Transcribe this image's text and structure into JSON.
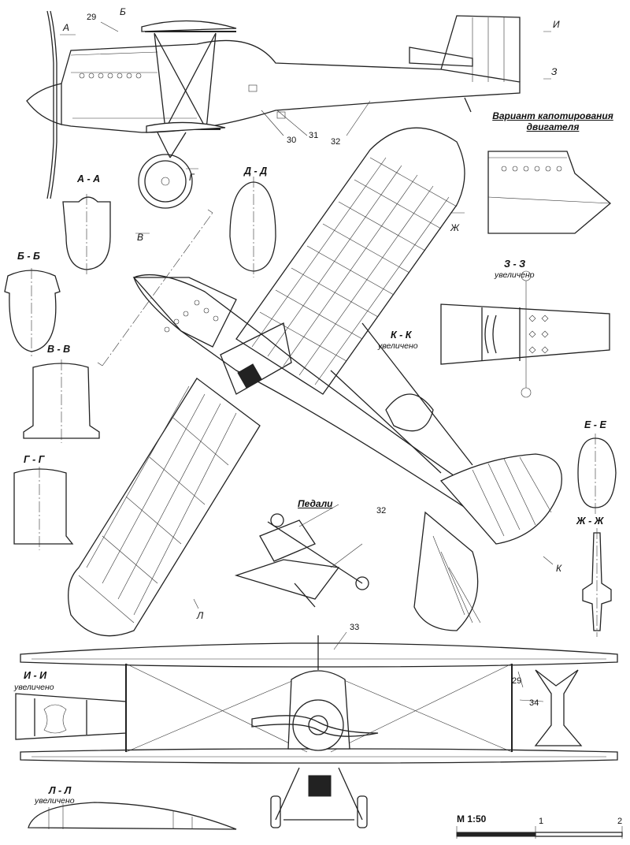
{
  "section_labels": {
    "aa": "А - А",
    "dd": "Д - Д",
    "bb": "Б - Б",
    "vv": "В - В",
    "gg": "Г - Г",
    "zz": "З - З",
    "kk": "К - К",
    "ee": "Е - Е",
    "zhzh": "Ж - Ж",
    "ii": "И - И",
    "ll": "Л - Л"
  },
  "enlarged_note": "увеличено",
  "cut_markers": {
    "a": "А",
    "b": "Б",
    "i": "И",
    "z": "З",
    "g": "Г",
    "v": "В",
    "zh": "Ж",
    "k": "К",
    "l": "Л"
  },
  "part_numbers": {
    "n29_side": "29",
    "n30": "30",
    "n31": "31",
    "n32_side": "32",
    "n32_plan": "32",
    "n33": "33",
    "n29_front": "29",
    "n34": "34"
  },
  "cowling_title_line1": "Вариант капотирования",
  "cowling_title_line2": "двигателя",
  "pedals_title": "Педали",
  "scale": {
    "label": "М  1:50",
    "mark1": "1",
    "mark2": "2"
  }
}
